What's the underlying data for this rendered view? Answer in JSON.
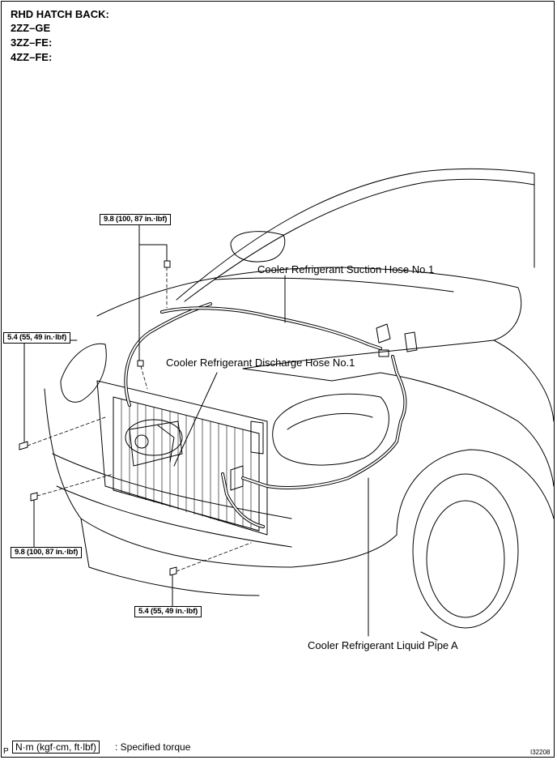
{
  "header": {
    "model": "RHD HATCH BACK:",
    "engines": [
      "2ZZ–GE",
      "3ZZ–FE:",
      "4ZZ–FE:"
    ]
  },
  "callouts": {
    "suction_hose": "Cooler Refrigerant Suction Hose No.1",
    "discharge_hose": "Cooler Refrigerant Discharge Hose No.1",
    "liquid_pipe": "Cooler Refrigerant Liquid Pipe A"
  },
  "torque_specs": {
    "top": "9.8 (100, 87 in.·lbf)",
    "left_upper": "5.4 (55, 49 in.·lbf)",
    "left_lower": "9.8 (100, 87 in.·lbf)",
    "bottom": "5.4 (55, 49 in.·lbf)"
  },
  "legend": {
    "unit_box": "N·m (kgf·cm, ft·lbf)",
    "description": ": Specified torque"
  },
  "footer": {
    "page_marker": "P",
    "figure_id": "I32208"
  }
}
